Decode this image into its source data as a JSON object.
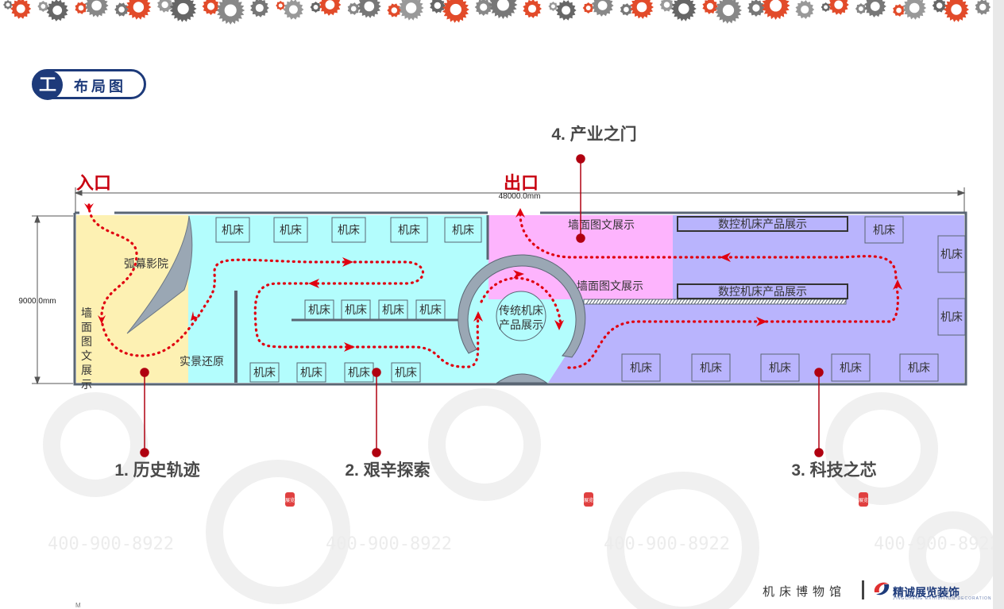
{
  "header": {
    "badge_icon_text": "工",
    "badge_text": "布局图"
  },
  "dimensions": {
    "width": "48000.0mm",
    "height": "9000.0mm"
  },
  "flow": {
    "entrance": "入口",
    "exit": "出口"
  },
  "zones": [
    {
      "title": "1. 历史轨迹"
    },
    {
      "title": "2. 艰辛探索"
    },
    {
      "title": "3. 科技之芯"
    },
    {
      "title": "4. 产业之门"
    }
  ],
  "areas": {
    "dome_cinema": "弧幕影院",
    "scene_restore": "实景还原",
    "wall_display_vertical": "墙面图文展示",
    "wall_display_top": "墙面图文展示",
    "wall_display_mid": "墙面图文展示",
    "cnc_display_top": "数控机床产品展示",
    "cnc_display_mid": "数控机床产品展示",
    "traditional_line1": "传统机床",
    "traditional_line2": "产品展示",
    "machine_label": "机床"
  },
  "watermark": {
    "phone": "400-900-8922",
    "seal": "展览"
  },
  "footer": {
    "museum": "机床博物馆",
    "brand": "精诚展览装饰",
    "brand_en": "JINGCHENG EXHIBITION DECORATION"
  },
  "corner_mark": "M",
  "colors": {
    "history": "#fdf1b3",
    "explore": "#b3fdfd",
    "tech": "#b9b4fd",
    "industry": "#fdb4fd",
    "wall": "#5a6674",
    "route": "#e00010",
    "navy": "#1d3a7a"
  }
}
